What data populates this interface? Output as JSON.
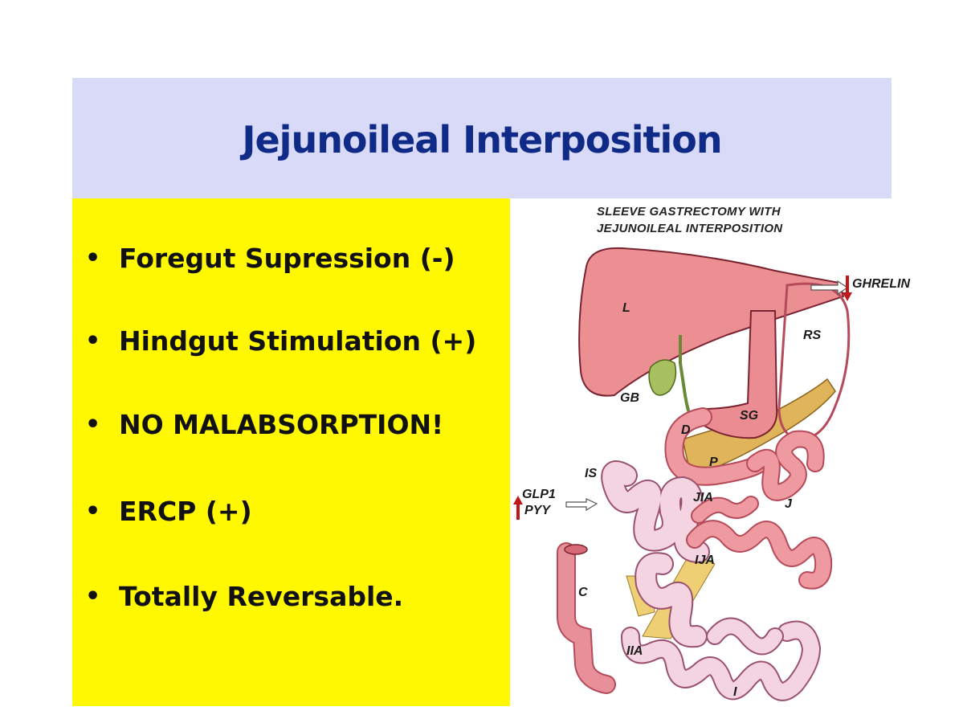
{
  "slide": {
    "title": "Jejunoileal Interposition",
    "colors": {
      "title_band": "#d8daf8",
      "title_text": "#102a88",
      "bullet_panel": "#fff800"
    }
  },
  "bullets": [
    "Foregut Supression (-)",
    "Hindgut Stimulation (+)",
    "NO MALABSORPTION!",
    "ERCP (+)",
    "Totally Reversable."
  ],
  "figure": {
    "title_line1": "SLEEVE GASTRECTOMY WITH",
    "title_line2": "JEJUNOILEAL INTERPOSITION",
    "labels": {
      "liver": "L",
      "remnant_stomach": "RS",
      "ghrelin": "GHRELIN",
      "gallbladder": "GB",
      "sleeve_gastrectomy": "SG",
      "duodenum": "D",
      "pancreas": "P",
      "ileal_segment": "IS",
      "glp1": "GLP1",
      "pyy": "PYY",
      "jia": "JIA",
      "jejunum": "J",
      "ija": "IJA",
      "colon": "C",
      "iia": "IIA",
      "ileum": "I"
    },
    "arrow_colors": {
      "ghrelin_down": "#c01818",
      "glp1_pyy_up": "#c01818"
    }
  }
}
